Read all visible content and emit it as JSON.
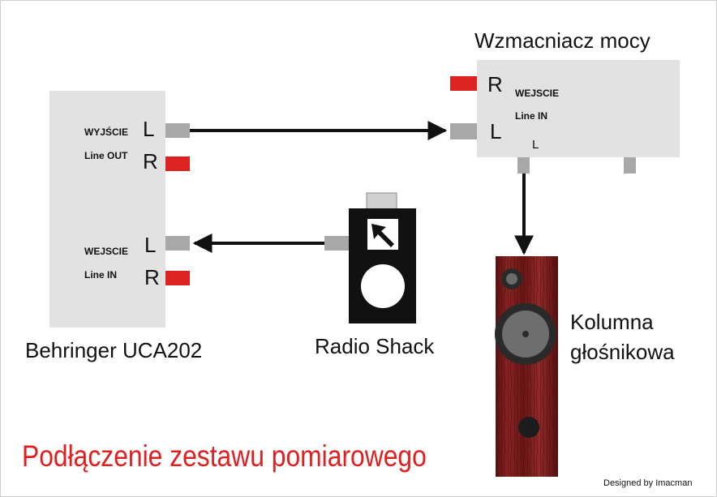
{
  "caption": "Podłączenie zestawu pomiarowego",
  "credit": "Designed by Imacman",
  "colors": {
    "device_fill": "#e2e2e2",
    "connector_gray": "#a8a8a8",
    "connector_red": "#dd2222",
    "caption": "#e02020",
    "speaker_wood": "#7a1c1c",
    "meter_body": "#111111"
  },
  "behringer": {
    "name": "Behringer UCA202",
    "output_label": "WYJŚCIE",
    "output_sublabel": "Line OUT",
    "input_label": "WEJSCIE",
    "input_sublabel": "Line IN",
    "ch_l_out": "L",
    "ch_r_out": "R",
    "ch_l_in": "L",
    "ch_r_in": "R"
  },
  "amplifier": {
    "name": "Wzmacniacz mocy",
    "input_label": "WEJSCIE",
    "input_sublabel": "Line IN",
    "ch_r": "R",
    "ch_l": "L",
    "out_l": "L"
  },
  "meter": {
    "name": "Radio Shack"
  },
  "speaker": {
    "name_line1": "Kolumna",
    "name_line2": "głośnikowa"
  }
}
